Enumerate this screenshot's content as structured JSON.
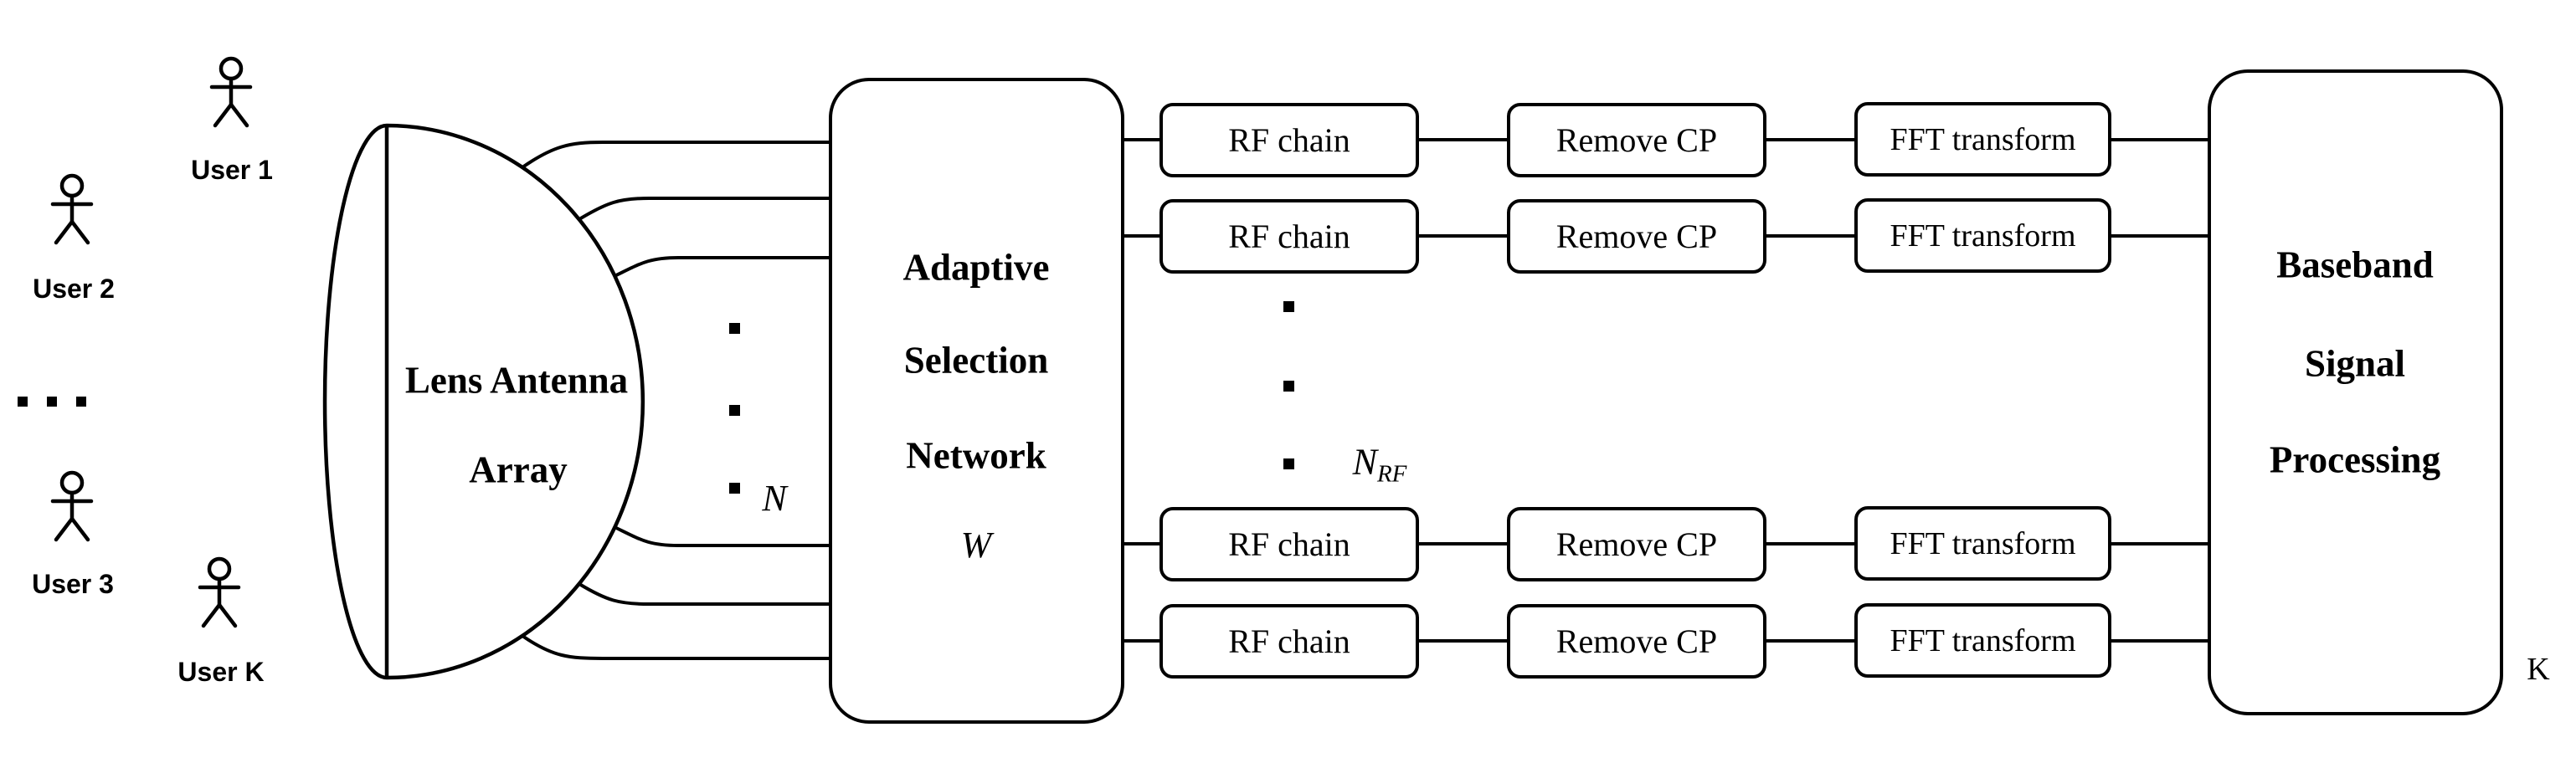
{
  "users": {
    "user1": "User 1",
    "user2": "User 2",
    "user3": "User 3",
    "userK": "User K"
  },
  "lens": {
    "title_line1": "Lens Antenna",
    "title_line2": "Array",
    "antenna_count_label": "N"
  },
  "selection_network": {
    "title_line1": "Adaptive",
    "title_line2": "Selection",
    "title_line3": "Network",
    "matrix_label": "W"
  },
  "rf_count_label": {
    "base": "N",
    "subscript": "RF"
  },
  "pipeline": {
    "rf_chain": "RF chain",
    "remove_cp": "Remove CP",
    "fft": "FFT transform",
    "rows": 4
  },
  "baseband": {
    "title_line1": "Baseband",
    "title_line2": "Signal",
    "title_line3": "Processing",
    "user_count_label": "K"
  },
  "icons": {
    "user": "stick-figure-icon",
    "ellipsis": "square-dots-ellipsis"
  },
  "colors": {
    "ink": "#000000",
    "background": "#ffffff"
  }
}
